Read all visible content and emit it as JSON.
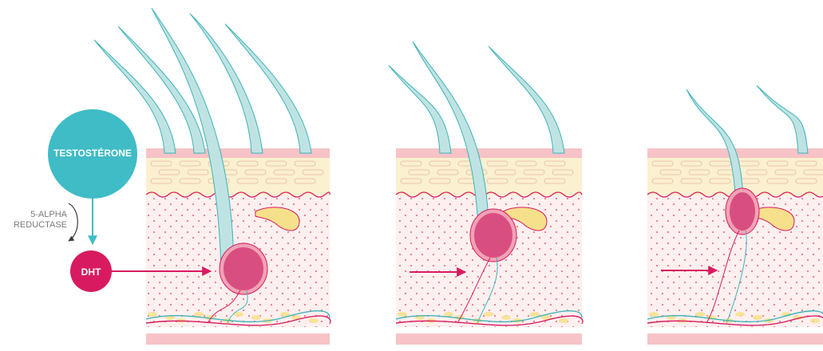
{
  "labels": {
    "testosterone": "TESTOSTÉRONE",
    "enzyme_line1": "5-ALPHA",
    "enzyme_line2": "REDUCTASE",
    "dht": "DHT"
  },
  "colors": {
    "teal": "#3fbcc6",
    "magenta": "#d81b60",
    "hair_fill": "#bfe3e3",
    "hair_stroke": "#3fb3b8",
    "skin_top": "#f7c3c6",
    "epidermis": "#fbf0cf",
    "dermis": "#fdf0ef",
    "dot": "#e87a8c",
    "bulb": "#d6457a",
    "gland": "#f7e08b",
    "arrow_grey": "#3a3a3a"
  },
  "panels": [
    {
      "stage": "normal",
      "hairs": 5
    },
    {
      "stage": "miniaturizing",
      "hairs": 3
    },
    {
      "stage": "miniaturized",
      "hairs": 2
    }
  ]
}
